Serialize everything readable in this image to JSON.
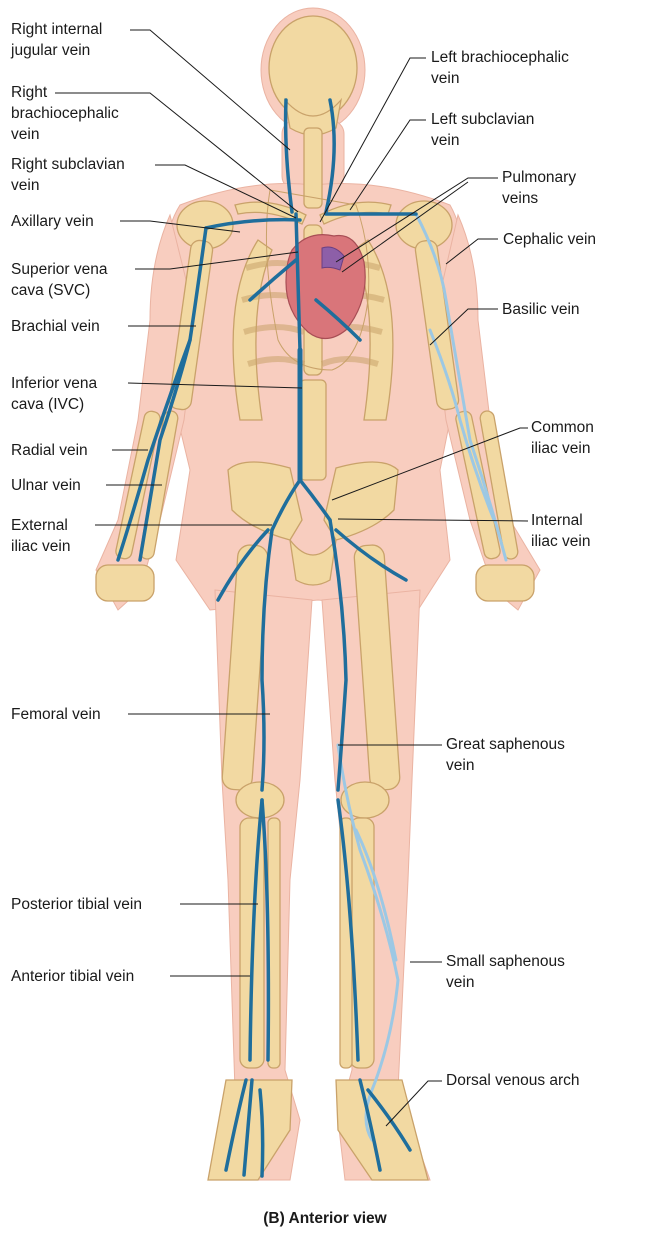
{
  "figure": {
    "caption": "(B) Anterior view"
  },
  "labels": {
    "right_internal_jugular_vein": [
      "Right internal",
      "jugular vein"
    ],
    "right_brachiocephalic_vein": [
      "Right",
      "brachiocephalic",
      "vein"
    ],
    "right_subclavian_vein": [
      "Right subclavian",
      "vein"
    ],
    "axillary_vein": [
      "Axillary vein"
    ],
    "superior_vena_cava": [
      "Superior vena",
      "cava (SVC)"
    ],
    "brachial_vein": [
      "Brachial vein"
    ],
    "inferior_vena_cava": [
      "Inferior vena",
      "cava (IVC)"
    ],
    "radial_vein": [
      "Radial vein"
    ],
    "ulnar_vein": [
      "Ulnar vein"
    ],
    "external_iliac_vein": [
      "External",
      "iliac vein"
    ],
    "femoral_vein": [
      "Femoral vein"
    ],
    "posterior_tibial_vein": [
      "Posterior tibial vein"
    ],
    "anterior_tibial_vein": [
      "Anterior tibial vein"
    ],
    "left_brachiocephalic_vein": [
      "Left brachiocephalic",
      "vein"
    ],
    "left_subclavian_vein": [
      "Left subclavian",
      "vein"
    ],
    "pulmonary_veins": [
      "Pulmonary",
      "veins"
    ],
    "cephalic_vein": [
      "Cephalic vein"
    ],
    "basilic_vein": [
      "Basilic vein"
    ],
    "common_iliac_vein": [
      "Common",
      "iliac vein"
    ],
    "internal_iliac_vein": [
      "Internal",
      "iliac vein"
    ],
    "great_saphenous_vein": [
      "Great saphenous",
      "vein"
    ],
    "small_saphenous_vein": [
      "Small saphenous",
      "vein"
    ],
    "dorsal_venous_arch": [
      "Dorsal venous arch"
    ]
  },
  "colors": {
    "skin": "#f8cdbf",
    "bone": "#f2d9a2",
    "bone_edge": "#c9a26a",
    "deep_vein": "#1f6e9c",
    "superficial_vein": "#9cc8e4",
    "heart": "#d9757a",
    "leader_line": "#1a1a1a"
  }
}
